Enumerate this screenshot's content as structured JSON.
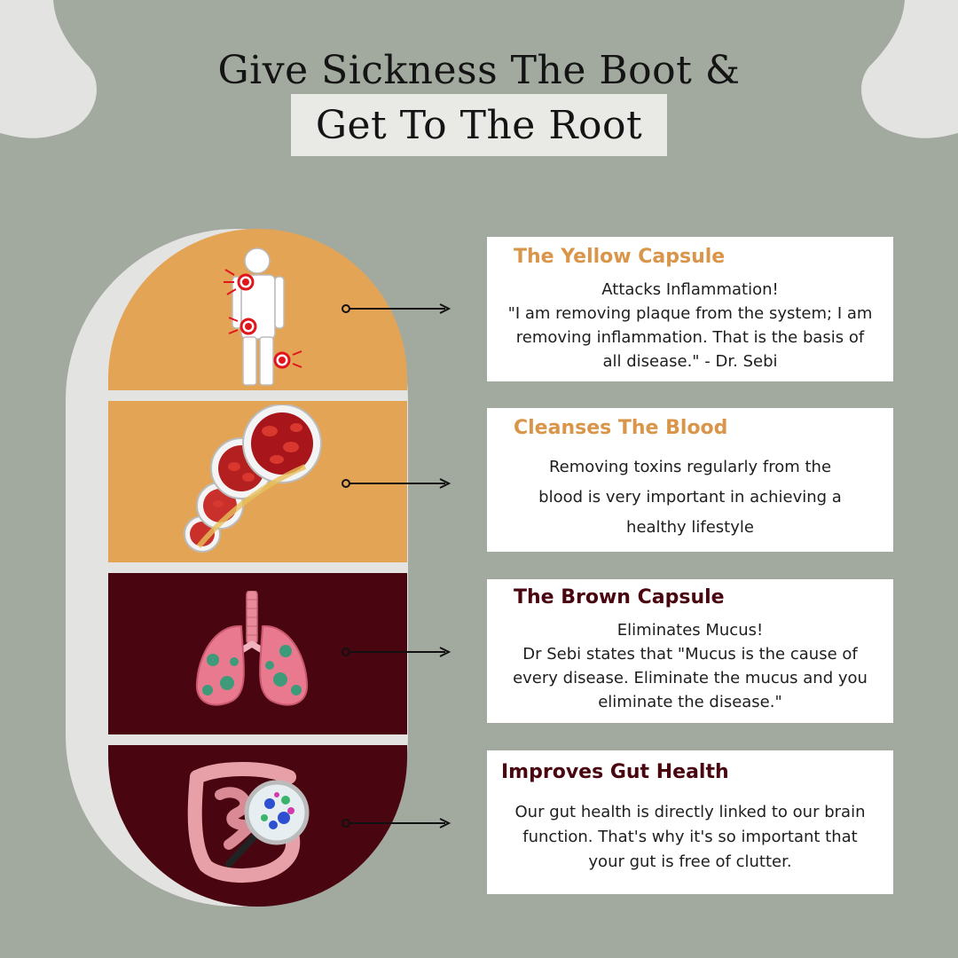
{
  "title": {
    "line1": "Give Sickness The Boot &",
    "line2": "Get To The Root"
  },
  "colors": {
    "background": "#a2aa9f",
    "yellow_capsule": "#e3a456",
    "brown_capsule": "#4a0610",
    "yellow_heading": "#d9954a",
    "brown_heading": "#4a0610"
  },
  "cards": [
    {
      "heading": "The Yellow Capsule",
      "lines": [
        "Attacks Inflammation!",
        "\"I am removing plaque from the system; I am",
        "removing inflammation. That is the basis of",
        "all disease.\" - Dr. Sebi"
      ],
      "icon": "body-joint-pain-icon"
    },
    {
      "heading": "Cleanses The Blood",
      "lines": [
        "Removing toxins regularly from the",
        "blood is very important in achieving a",
        "healthy lifestyle"
      ],
      "icon": "blood-vessel-icon"
    },
    {
      "heading": "The Brown Capsule",
      "lines": [
        "Eliminates Mucus!",
        "Dr Sebi states that \"Mucus is the cause of",
        "every disease. Eliminate the mucus and you",
        "eliminate the disease.\""
      ],
      "icon": "lungs-mucus-icon"
    },
    {
      "heading": "Improves Gut Health",
      "lines": [
        "Our gut health is directly linked to our brain",
        "function. That's why it's so important that",
        "your gut is free of clutter."
      ],
      "icon": "intestines-magnifier-icon"
    }
  ]
}
